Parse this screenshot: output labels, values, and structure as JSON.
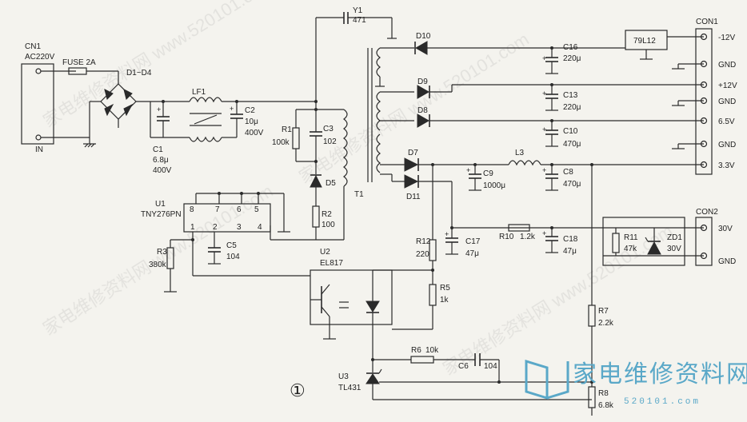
{
  "connectors": {
    "cn1": {
      "name": "CN1",
      "label": "AC220V",
      "port": "IN"
    },
    "con1": {
      "name": "CON1",
      "pins": [
        "-12V",
        "GND",
        "+12V",
        "GND",
        "6.5V",
        "GND",
        "3.3V"
      ]
    },
    "con2": {
      "name": "CON2",
      "pins": [
        "30V",
        "GND"
      ]
    }
  },
  "components": {
    "fuse": "FUSE 2A",
    "bridge": "D1~D4",
    "lf1": "LF1",
    "c1": {
      "ref": "C1",
      "v1": "6.8μ",
      "v2": "400V"
    },
    "c2": {
      "ref": "C2",
      "v1": "10μ",
      "v2": "400V"
    },
    "y1": {
      "ref": "Y1",
      "val": "471"
    },
    "r1": {
      "ref": "R1",
      "val": "100k"
    },
    "c3": {
      "ref": "C3",
      "val": "102"
    },
    "d5": "D5",
    "r2": {
      "ref": "R2",
      "val": "100"
    },
    "u1": {
      "ref": "U1",
      "val": "TNY276PN",
      "pins": [
        "8",
        "7",
        "6",
        "5",
        "1",
        "2",
        "3",
        "4"
      ]
    },
    "c5": {
      "ref": "C5",
      "val": "104"
    },
    "r3": {
      "ref": "R3",
      "val": "380k"
    },
    "t1": "T1",
    "d10": "D10",
    "c16": {
      "ref": "C16",
      "val": "220μ"
    },
    "reg": "79L12",
    "d9": "D9",
    "c13": {
      "ref": "C13",
      "val": "220μ"
    },
    "d8": "D8",
    "c10": {
      "ref": "C10",
      "val": "470μ"
    },
    "d7": "D7",
    "d11": "D11",
    "c9": {
      "ref": "C9",
      "val": "1000μ"
    },
    "l3": "L3",
    "c8": {
      "ref": "C8",
      "val": "470μ"
    },
    "r12": {
      "ref": "R12",
      "val": "220"
    },
    "c17": {
      "ref": "C17",
      "val": "47μ"
    },
    "r10": {
      "ref": "R10",
      "val": "1.2k"
    },
    "c18": {
      "ref": "C18",
      "val": "47μ"
    },
    "r11": {
      "ref": "R11",
      "val": "47k"
    },
    "zd1": {
      "ref": "ZD1",
      "val": "30V"
    },
    "u2": {
      "ref": "U2",
      "val": "EL817"
    },
    "r5": {
      "ref": "R5",
      "val": "1k"
    },
    "r6": {
      "ref": "R6",
      "val": "10k"
    },
    "c6": {
      "ref": "C6",
      "val": "104"
    },
    "u3": {
      "ref": "U3",
      "val": "TL431"
    },
    "r7": {
      "ref": "R7",
      "val": "2.2k"
    },
    "r8": {
      "ref": "R8",
      "val": "6.8k"
    }
  },
  "figure_number": "①",
  "logo": {
    "text": "家电维修资料网",
    "url": "520101.com"
  },
  "watermark": "家电维修资料网 www.520101.com",
  "colors": {
    "ink": "#2a2a2a",
    "paper": "#f4f3ee",
    "logo": "#5aa8c8"
  }
}
